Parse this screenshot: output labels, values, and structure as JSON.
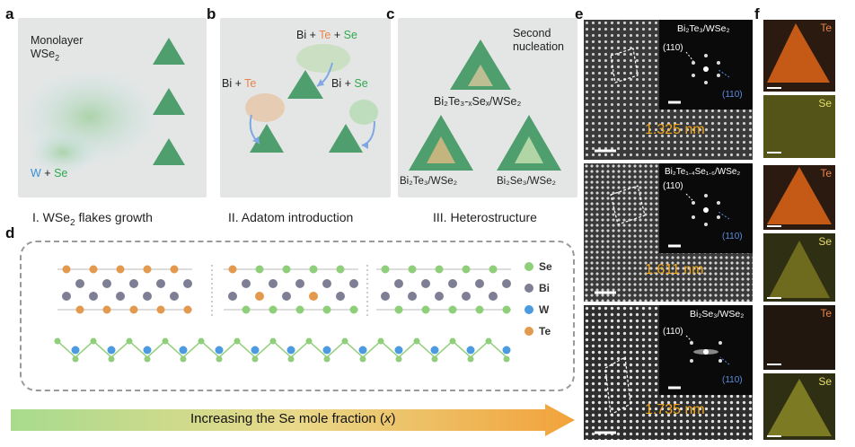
{
  "panels": {
    "a": {
      "label": "a",
      "title_line1": "Monolayer",
      "title_line2": "WSe",
      "title_sub": "2",
      "precursor_w": "W",
      "precursor_plus": " + ",
      "precursor_se": "Se",
      "caption_prefix": "I. WSe",
      "caption_sub": "2",
      "caption_suffix": " flakes growth"
    },
    "b": {
      "label": "b",
      "left_bi": "Bi",
      "left_plus": " + ",
      "left_te": "Te",
      "top_bi": "Bi",
      "top_plus1": " + ",
      "top_te": "Te",
      "top_plus2": " + ",
      "top_se": "Se",
      "right_bi": "Bi",
      "right_plus": " + ",
      "right_se": "Se",
      "caption": "II. Adatom introduction"
    },
    "c": {
      "label": "c",
      "note_line1": "Second",
      "note_line2": "nucleation",
      "top_label": "Bi₂Te₃-ₓSeₓ/WSe₂",
      "left_label": "Bi₂Te₃/WSe₂",
      "right_label": "Bi₂Se₃/WSe₂",
      "caption": "III. Heterostructure"
    },
    "d": {
      "label": "d",
      "legend": [
        {
          "name": "Se",
          "color": "#8fcf7a"
        },
        {
          "name": "Bi",
          "color": "#7e7e95"
        },
        {
          "name": "W",
          "color": "#4c9be0"
        },
        {
          "name": "Te",
          "color": "#e39a4f"
        }
      ],
      "arrow_prefix": "Increasing the Se mole fraction (",
      "arrow_var": "x",
      "arrow_suffix": ")"
    },
    "e": {
      "label": "e",
      "rows": [
        {
          "inset": "Bi₂Te₃/WSe₂",
          "spot_white": "(110)",
          "spot_blue": "(110)",
          "spacing": "1.325 nm"
        },
        {
          "inset": "Bi₂Te₁.₄Se₁.₆/WSe₂",
          "spot_white": "(110)",
          "spot_blue": "(110)",
          "spacing": "1.611 nm"
        },
        {
          "inset": "Bi₂Se₃/WSe₂",
          "spot_white": "(110)",
          "spot_blue": "(110)",
          "spacing": "1.735 nm"
        }
      ]
    },
    "f": {
      "label": "f",
      "maps": [
        {
          "element": "Te",
          "color": "#c45a16"
        },
        {
          "element": "Se",
          "color": "#b6b22c"
        },
        {
          "element": "Te",
          "color": "#c45a16"
        },
        {
          "element": "Se",
          "color": "#b6b22c"
        },
        {
          "element": "Te",
          "color": "#2a1a10"
        },
        {
          "element": "Se",
          "color": "#b6b22c"
        }
      ]
    }
  }
}
